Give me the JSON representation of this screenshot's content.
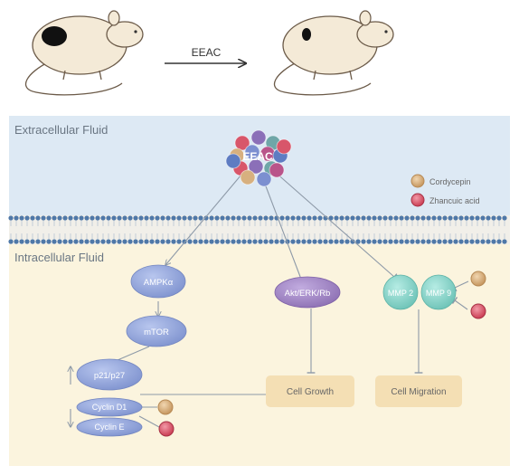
{
  "top": {
    "arrow_label": "EEAC"
  },
  "regions": {
    "extracellular": "Extracellular Fluid",
    "intracellular": "Intracellular Fluid"
  },
  "complex": {
    "label": "EEAC"
  },
  "legend": {
    "items": [
      {
        "label": "Cordycepin",
        "color": "#d7b07f"
      },
      {
        "label": "Zhancuic acid",
        "color": "#d8566a"
      }
    ]
  },
  "nodes": {
    "ampk": "AMPKα",
    "mtor": "mTOR",
    "p21": "p21/p27",
    "cyclin_d1": "Cyclin D1",
    "cyclin_e": "Cyclin E",
    "akt": "Akt/ERK/Rb",
    "mmp2": "MMP 2",
    "mmp9": "MMP 9",
    "cell_growth": "Cell Growth",
    "cell_migration": "Cell Migration"
  },
  "colors": {
    "extracellular_bg": "#dde9f4",
    "intracellular_bg": "#fbf4de",
    "membrane": "#4f78a8",
    "node_blue": "#8b9fd6",
    "node_purple": "#9a7fbf",
    "node_teal": "#7fcfc4",
    "outcome_box": "#f4dfb4",
    "mouse_body": "#f4ead7",
    "tumor": "#111111"
  }
}
